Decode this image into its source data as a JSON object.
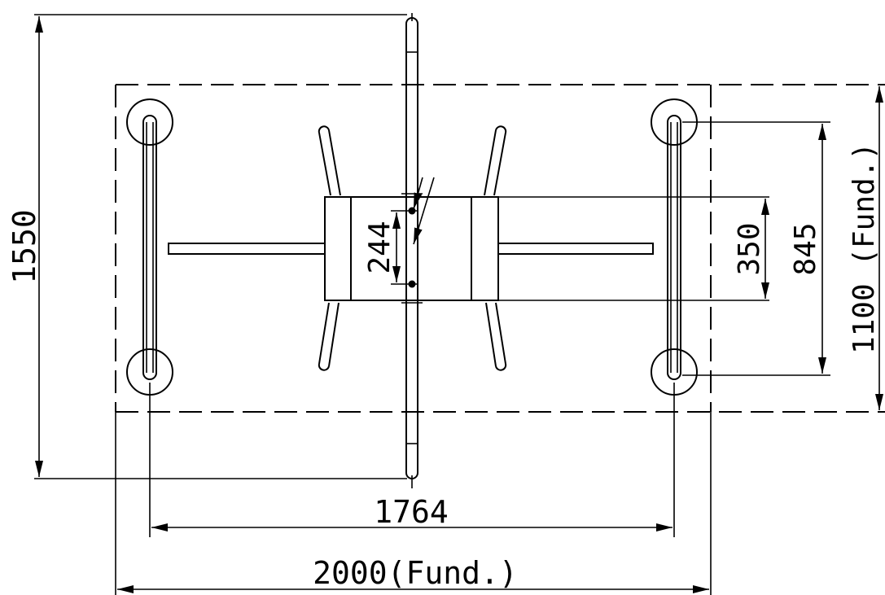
{
  "drawing": {
    "dimensions": {
      "total_width_foundation": "2000(Fund.)",
      "post_spacing_horizontal": "1764",
      "total_height": "1550",
      "foundation_depth": "1100 (Fund.)",
      "post_spacing_vertical": "845",
      "housing_width": "350",
      "bolt_spacing": "244"
    }
  }
}
